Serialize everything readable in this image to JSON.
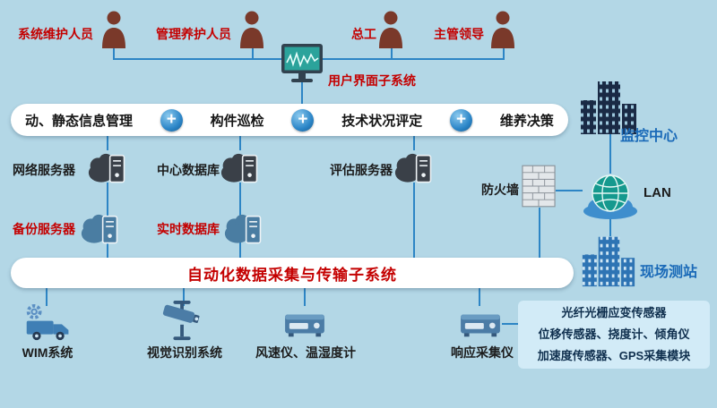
{
  "users": [
    {
      "label": "系统维护人员"
    },
    {
      "label": "管理养护人员"
    },
    {
      "label": "总工"
    },
    {
      "label": "主管领导"
    }
  ],
  "ui_subsystem": {
    "label": "用户界面子系统"
  },
  "management_bar": {
    "plus_glyph": "+",
    "items": [
      {
        "label": "动、静态信息管理"
      },
      {
        "label": "构件巡检"
      },
      {
        "label": "技术状况评定"
      },
      {
        "label": "维养决策"
      }
    ]
  },
  "monitoring_center": {
    "label": "监控中心"
  },
  "servers_row1": [
    {
      "label": "网络服务器"
    },
    {
      "label": "中心数据库"
    },
    {
      "label": "评估服务器"
    }
  ],
  "firewall": {
    "label": "防火墙"
  },
  "lan": {
    "label": "LAN"
  },
  "servers_row2": [
    {
      "label": "备份服务器"
    },
    {
      "label": "实时数据库"
    }
  ],
  "acquisition_bar": {
    "label": "自动化数据采集与传输子系统"
  },
  "field_station": {
    "label": "现场测站"
  },
  "devices": [
    {
      "label": "WIM系统"
    },
    {
      "label": "视觉识别系统"
    },
    {
      "label": "风速仪、温湿度计"
    },
    {
      "label": "响应采集仪"
    }
  ],
  "sensor_box": {
    "lines": [
      {
        "text": "光纤光栅应变传感器"
      },
      {
        "text": "位移传感器、挠度计、倾角仪"
      },
      {
        "text": "加速度传感器、GPS采集模块"
      }
    ]
  },
  "icons": {
    "user": "person-silhouette",
    "ui_terminal": "monitor-with-waveform",
    "server": "cloud-server",
    "firewall": "brick-wall",
    "lan": "globe-on-cloud",
    "building": "office-building",
    "wim": "truck-with-gear",
    "vision": "cctv-camera",
    "logger": "instrument-box",
    "plus": "+"
  },
  "colors": {
    "background": "#b3d7e6",
    "line": "#2d85c5",
    "red_text": "#c40000",
    "blue_text": "#1a6ab8",
    "dark_icon": "#3a4048",
    "blue_icon": "#4a7da2",
    "person_icon": "#7a392a",
    "bar_bg": "#ffffff"
  }
}
